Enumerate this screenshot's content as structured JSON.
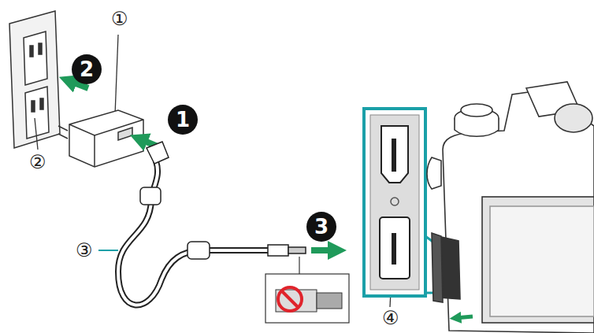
{
  "diagram": {
    "nodes": [
      {
        "text": [
          "2"
        ]
      },
      {
        "text": [
          "1"
        ]
      },
      {
        "text": [
          "3"
        ]
      }
    ],
    "labels": [
      "①",
      "②",
      "③",
      "④"
    ]
  }
}
